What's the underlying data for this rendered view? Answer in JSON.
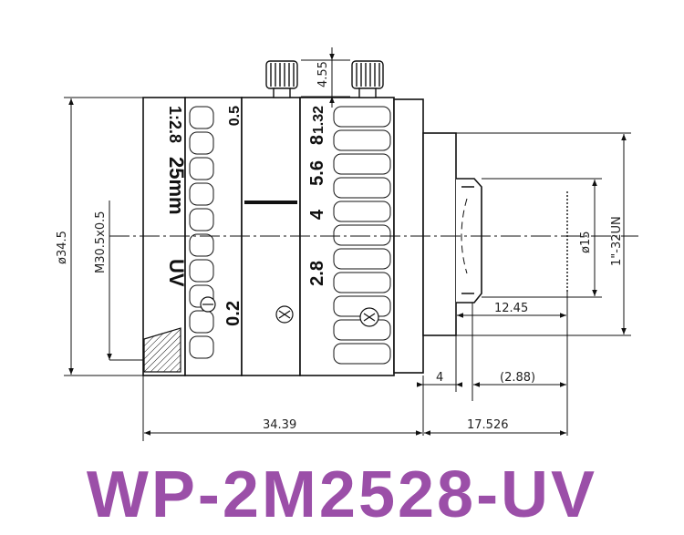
{
  "model": "WP-2M2528-UV",
  "colors": {
    "title": "#9b4fa8",
    "line": "#111111"
  },
  "lens_markings": {
    "aperture_max": "1:2.8",
    "focal": "25mm",
    "uv": "UV",
    "focus_near": "0.2",
    "focus_far": "0.5",
    "f_stops": [
      "1.32",
      "8",
      "5.6",
      "4",
      "2.8"
    ]
  },
  "dimensions": {
    "outer_dia": "ø34.5",
    "filter_thread": "M30.5x0.5",
    "screw_height": "4.55",
    "mount_dia": "ø15",
    "mount_thread": "1\"-32UN",
    "flange": "12.45",
    "step": "4",
    "back_clear": "(2.88)",
    "body_length": "34.39",
    "back_focal": "17.526"
  }
}
